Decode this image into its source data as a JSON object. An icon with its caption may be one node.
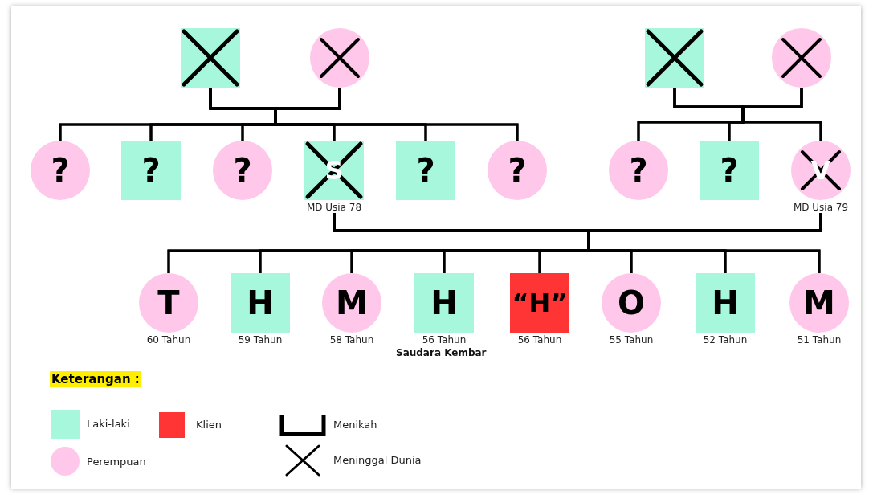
{
  "diagram": {
    "nodes": [
      {
        "text": [],
        "shape": "box"
      },
      {
        "text": [],
        "shape": "circle"
      },
      {
        "text": [],
        "shape": "box"
      },
      {
        "text": [],
        "shape": "circle"
      },
      {
        "text": [
          "?"
        ]
      },
      {
        "text": [
          "?"
        ]
      },
      {
        "text": [
          "?"
        ]
      },
      {
        "text": [
          "S"
        ],
        "beside": [
          "MD Usia 78"
        ]
      },
      {
        "text": [
          "?"
        ]
      },
      {
        "text": [
          "?"
        ]
      },
      {
        "text": [
          "?"
        ]
      },
      {
        "text": [
          "?"
        ]
      },
      {
        "text": [
          "V"
        ],
        "beside": [
          "MD Usia 79"
        ]
      },
      {
        "text": [
          "T"
        ],
        "beside": [
          "60 Tahun"
        ]
      },
      {
        "text": [
          "H"
        ],
        "beside": [
          "59 Tahun"
        ]
      },
      {
        "text": [
          "M"
        ],
        "beside": [
          "58 Tahun"
        ]
      },
      {
        "text": [
          "H"
        ],
        "beside": [
          "56 Tahun"
        ]
      },
      {
        "text": [
          "“H”"
        ],
        "beside": [
          "56 Tahun"
        ]
      },
      {
        "text": [
          "O"
        ],
        "beside": [
          "55 Tahun"
        ]
      },
      {
        "text": [
          "H"
        ],
        "beside": [
          "52 Tahun"
        ]
      },
      {
        "text": [
          "M"
        ],
        "beside": [
          "51 Tahun"
        ]
      }
    ],
    "edges": [
      {
        "from": 0,
        "to": 1,
        "arrow": "none"
      },
      {
        "from": 0,
        "to": 4,
        "arrow": "none"
      },
      {
        "from": 0,
        "to": 5,
        "arrow": "none"
      },
      {
        "from": 0,
        "to": 6,
        "arrow": "none"
      },
      {
        "from": 0,
        "to": 7,
        "arrow": "none"
      },
      {
        "from": 0,
        "to": 8,
        "arrow": "none"
      },
      {
        "from": 0,
        "to": 9,
        "arrow": "none"
      },
      {
        "from": 1,
        "to": 4,
        "arrow": "none"
      },
      {
        "from": 1,
        "to": 5,
        "arrow": "none"
      },
      {
        "from": 1,
        "to": 6,
        "arrow": "none"
      },
      {
        "from": 1,
        "to": 7,
        "arrow": "none"
      },
      {
        "from": 1,
        "to": 8,
        "arrow": "none"
      },
      {
        "from": 1,
        "to": 9,
        "arrow": "none"
      },
      {
        "from": 2,
        "to": 3,
        "arrow": "none"
      },
      {
        "from": 2,
        "to": 10,
        "arrow": "none"
      },
      {
        "from": 2,
        "to": 11,
        "arrow": "none"
      },
      {
        "from": 2,
        "to": 12,
        "arrow": "none"
      },
      {
        "from": 3,
        "to": 10,
        "arrow": "none"
      },
      {
        "from": 3,
        "to": 11,
        "arrow": "none"
      },
      {
        "from": 3,
        "to": 12,
        "arrow": "none"
      },
      {
        "from": 7,
        "to": 12,
        "arrow": "none"
      },
      {
        "from": 7,
        "to": 13,
        "arrow": "none"
      },
      {
        "from": 7,
        "to": 14,
        "arrow": "none"
      },
      {
        "from": 7,
        "to": 15,
        "arrow": "none"
      },
      {
        "from": 7,
        "to": 16,
        "arrow": "none"
      },
      {
        "from": 7,
        "to": 17,
        "arrow": "none"
      },
      {
        "from": 7,
        "to": 18,
        "arrow": "none"
      },
      {
        "from": 7,
        "to": 19,
        "arrow": "none"
      },
      {
        "from": 7,
        "to": 20,
        "arrow": "none"
      },
      {
        "from": 12,
        "to": 13,
        "arrow": "none"
      },
      {
        "from": 12,
        "to": 14,
        "arrow": "none"
      },
      {
        "from": 12,
        "to": 15,
        "arrow": "none"
      },
      {
        "from": 12,
        "to": 16,
        "arrow": "none"
      },
      {
        "from": 12,
        "to": 17,
        "arrow": "none"
      },
      {
        "from": 12,
        "to": 18,
        "arrow": "none"
      },
      {
        "from": 12,
        "to": 19,
        "arrow": "none"
      },
      {
        "from": 12,
        "to": 20,
        "arrow": "none"
      }
    ],
    "labels": [
      "Saudara Kembar",
      "Keterangan :"
    ],
    "legend": [
      {
        "text": "Laki-laki",
        "color": "#a6f7dc"
      },
      {
        "text": "Klien",
        "color": "#ff3535"
      },
      {
        "text": "Menikah"
      },
      {
        "text": "Perempuan",
        "color": "#ffc7ea"
      },
      {
        "text": "Meninggal Dunia"
      }
    ]
  }
}
